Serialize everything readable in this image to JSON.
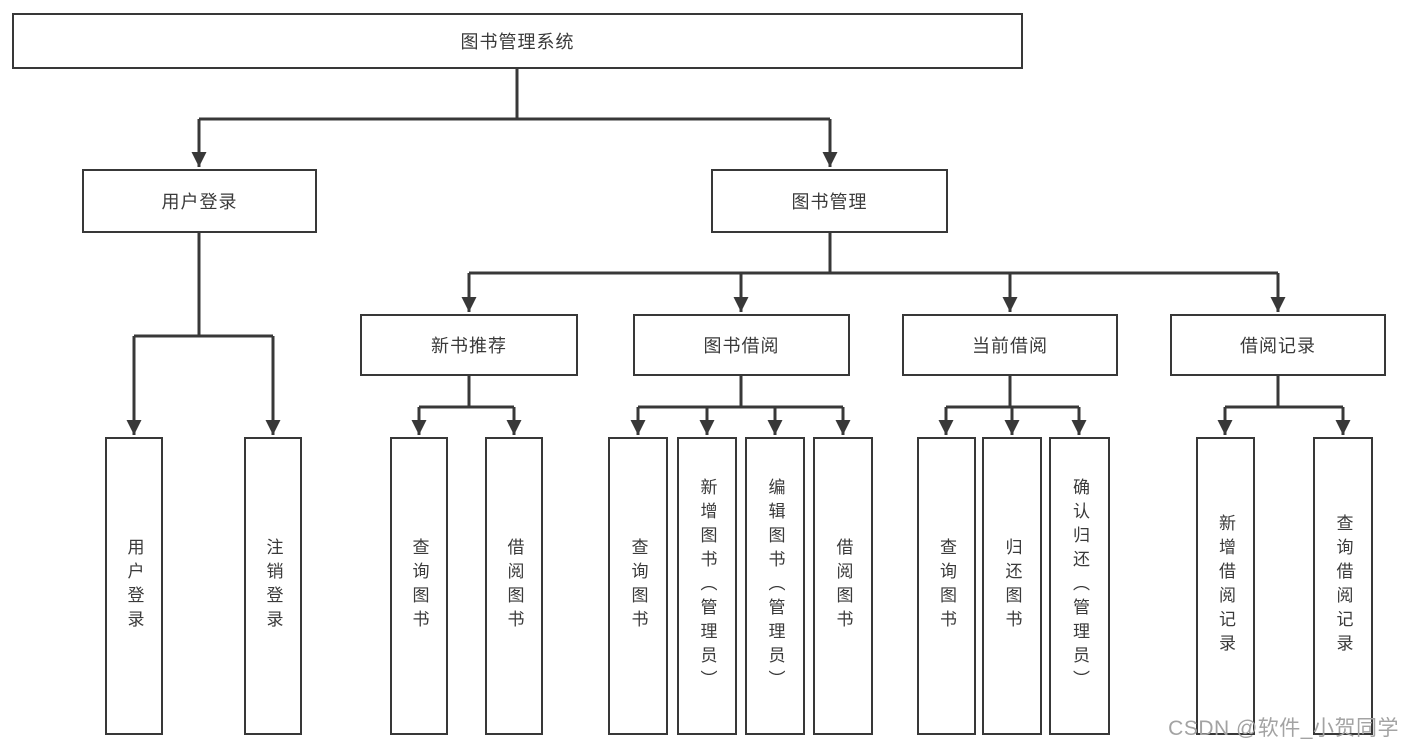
{
  "diagram": {
    "type": "hierarchy",
    "colors": {
      "line": "#383838",
      "box_border": "#383838",
      "text": "#3a3a3a",
      "background": "#ffffff",
      "watermark": "#a3a3a3"
    },
    "tree": {
      "label": "图书管理系统",
      "children": [
        {
          "label": "用户登录",
          "children": [
            {
              "label": "用户登录"
            },
            {
              "label": "注销登录"
            }
          ]
        },
        {
          "label": "图书管理",
          "children": [
            {
              "label": "新书推荐",
              "children": [
                {
                  "label": "查询图书"
                },
                {
                  "label": "借阅图书"
                }
              ]
            },
            {
              "label": "图书借阅",
              "children": [
                {
                  "label": "查询图书"
                },
                {
                  "label": "新增图书（管理员）"
                },
                {
                  "label": "编辑图书（管理员）"
                },
                {
                  "label": "借阅图书"
                }
              ]
            },
            {
              "label": "当前借阅",
              "children": [
                {
                  "label": "查询图书"
                },
                {
                  "label": "归还图书"
                },
                {
                  "label": "确认归还（管理员）"
                }
              ]
            },
            {
              "label": "借阅记录",
              "children": [
                {
                  "label": "新增借阅记录"
                },
                {
                  "label": "查询借阅记录"
                }
              ]
            }
          ]
        }
      ]
    },
    "watermark": {
      "text": "CSDN @软件_小贺同学"
    }
  }
}
